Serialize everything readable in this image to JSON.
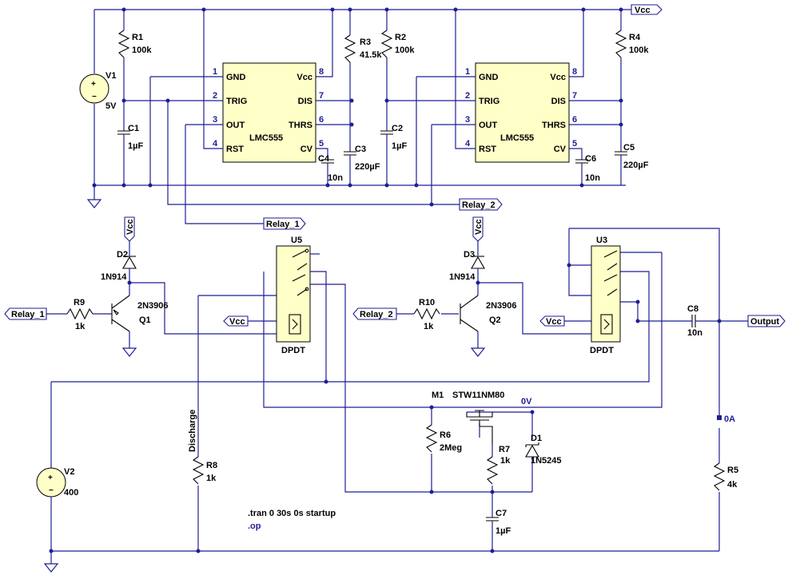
{
  "parts": {
    "V1": {
      "name": "V1",
      "value": "5V"
    },
    "V2": {
      "name": "V2",
      "value": "400"
    },
    "R1": {
      "name": "R1",
      "value": "100k"
    },
    "R2": {
      "name": "R2",
      "value": "100k"
    },
    "R3": {
      "name": "R3",
      "value": "41.5k"
    },
    "R4": {
      "name": "R4",
      "value": "100k"
    },
    "R5": {
      "name": "R5",
      "value": "4k"
    },
    "R6": {
      "name": "R6",
      "value": "2Meg"
    },
    "R7": {
      "name": "R7",
      "value": "1k"
    },
    "R8": {
      "name": "R8",
      "value": "1k"
    },
    "R9": {
      "name": "R9",
      "value": "1k"
    },
    "R10": {
      "name": "R10",
      "value": "1k"
    },
    "C1": {
      "name": "C1",
      "value": "1µF"
    },
    "C2": {
      "name": "C2",
      "value": "1µF"
    },
    "C3": {
      "name": "C3",
      "value": "220µF"
    },
    "C4": {
      "name": "C4",
      "value": "10n"
    },
    "C5": {
      "name": "C5",
      "value": "220µF"
    },
    "C6": {
      "name": "C6",
      "value": "10n"
    },
    "C7": {
      "name": "C7",
      "value": "1µF"
    },
    "C8": {
      "name": "C8",
      "value": "10n"
    },
    "D1": {
      "name": "D1",
      "value": "1N5245"
    },
    "D2": {
      "name": "D2",
      "value": "1N914"
    },
    "D3": {
      "name": "D3",
      "value": "1N914"
    },
    "Q1": {
      "name": "Q1",
      "value": "2N3906"
    },
    "Q2": {
      "name": "Q2",
      "value": "2N3906"
    },
    "M1": {
      "name": "M1",
      "value": "STW11NM80"
    },
    "U5": {
      "name": "U5",
      "value": "DPDT"
    },
    "U3": {
      "name": "U3",
      "value": "DPDT"
    }
  },
  "ic555": {
    "model": "LMC555",
    "pins_left": [
      {
        "num": "1",
        "name": "GND"
      },
      {
        "num": "2",
        "name": "TRIG"
      },
      {
        "num": "3",
        "name": "OUT"
      },
      {
        "num": "4",
        "name": "RST"
      }
    ],
    "pins_right": [
      {
        "num": "8",
        "name": "Vcc"
      },
      {
        "num": "7",
        "name": "DIS"
      },
      {
        "num": "6",
        "name": "THRS"
      },
      {
        "num": "5",
        "name": "CV"
      }
    ]
  },
  "net_labels": {
    "vcc": "Vcc",
    "relay1": "Relay_1",
    "relay2": "Relay_2",
    "output": "Output",
    "discharge": "Discharge"
  },
  "probes": {
    "voltage": "0V",
    "current": "0A"
  },
  "directives": {
    "tran": ".tran 0 30s 0s startup",
    "op": ".op"
  }
}
